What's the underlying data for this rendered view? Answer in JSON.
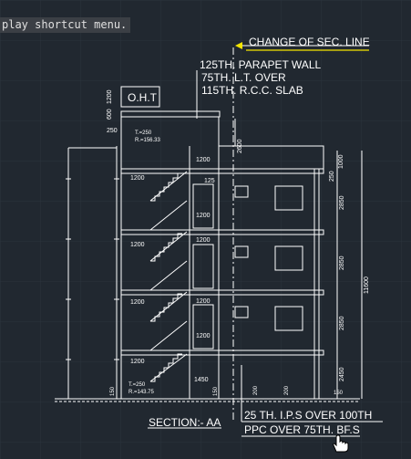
{
  "tooltip": {
    "text": "play shortcut menu."
  },
  "colors": {
    "background": "#212830",
    "line": "#ffffff",
    "yellow": "#f5e500",
    "grid": "#2c3540"
  },
  "icons": {
    "cursor": "hand-pointer-icon"
  },
  "drawing": {
    "change_of_section": "CHANGE OF SEC. LINE",
    "parapet_1": "125TH. PARAPET WALL",
    "parapet_2": "75TH. L.T. OVER",
    "parapet_3": "115TH. R.C.C. SLAB",
    "oht_label": "O.H.T",
    "dim_1200_top": "1200",
    "dim_600": "600",
    "dim_250_left": "250",
    "tank_level_1": "T.=250",
    "tank_level_2": "R.=156.33",
    "dim_2600": "2600",
    "dim_1200_a": "1200",
    "dim_125": "125",
    "dim_1000": "1000",
    "dim_250_right": "250",
    "dim_1200_b": "1200",
    "dim_1200_c": "1200",
    "dim_2850_a": "2850",
    "dim_1200_d": "1200",
    "dim_1200_e": "1200",
    "dim_2850_b": "2850",
    "dim_11600": "11600",
    "dim_1200_f": "1200",
    "dim_1200_g": "1200",
    "dim_2850_c": "2850",
    "dim_1200_h": "1200",
    "dim_1200_i": "1200",
    "dim_2450": "2450",
    "base_level_1": "T.=250",
    "base_level_2": "R.=143.75",
    "dim_1450": "1450",
    "dim_150_a": "150",
    "dim_150_b": "150",
    "dim_200_a": "200",
    "dim_200_b": "200",
    "dim_150_c": "150",
    "note_1": "25 TH. I.P.S OVER 100TH",
    "note_2": "PPC OVER 75TH. BF.S",
    "section_title": "SECTION:- AA"
  }
}
